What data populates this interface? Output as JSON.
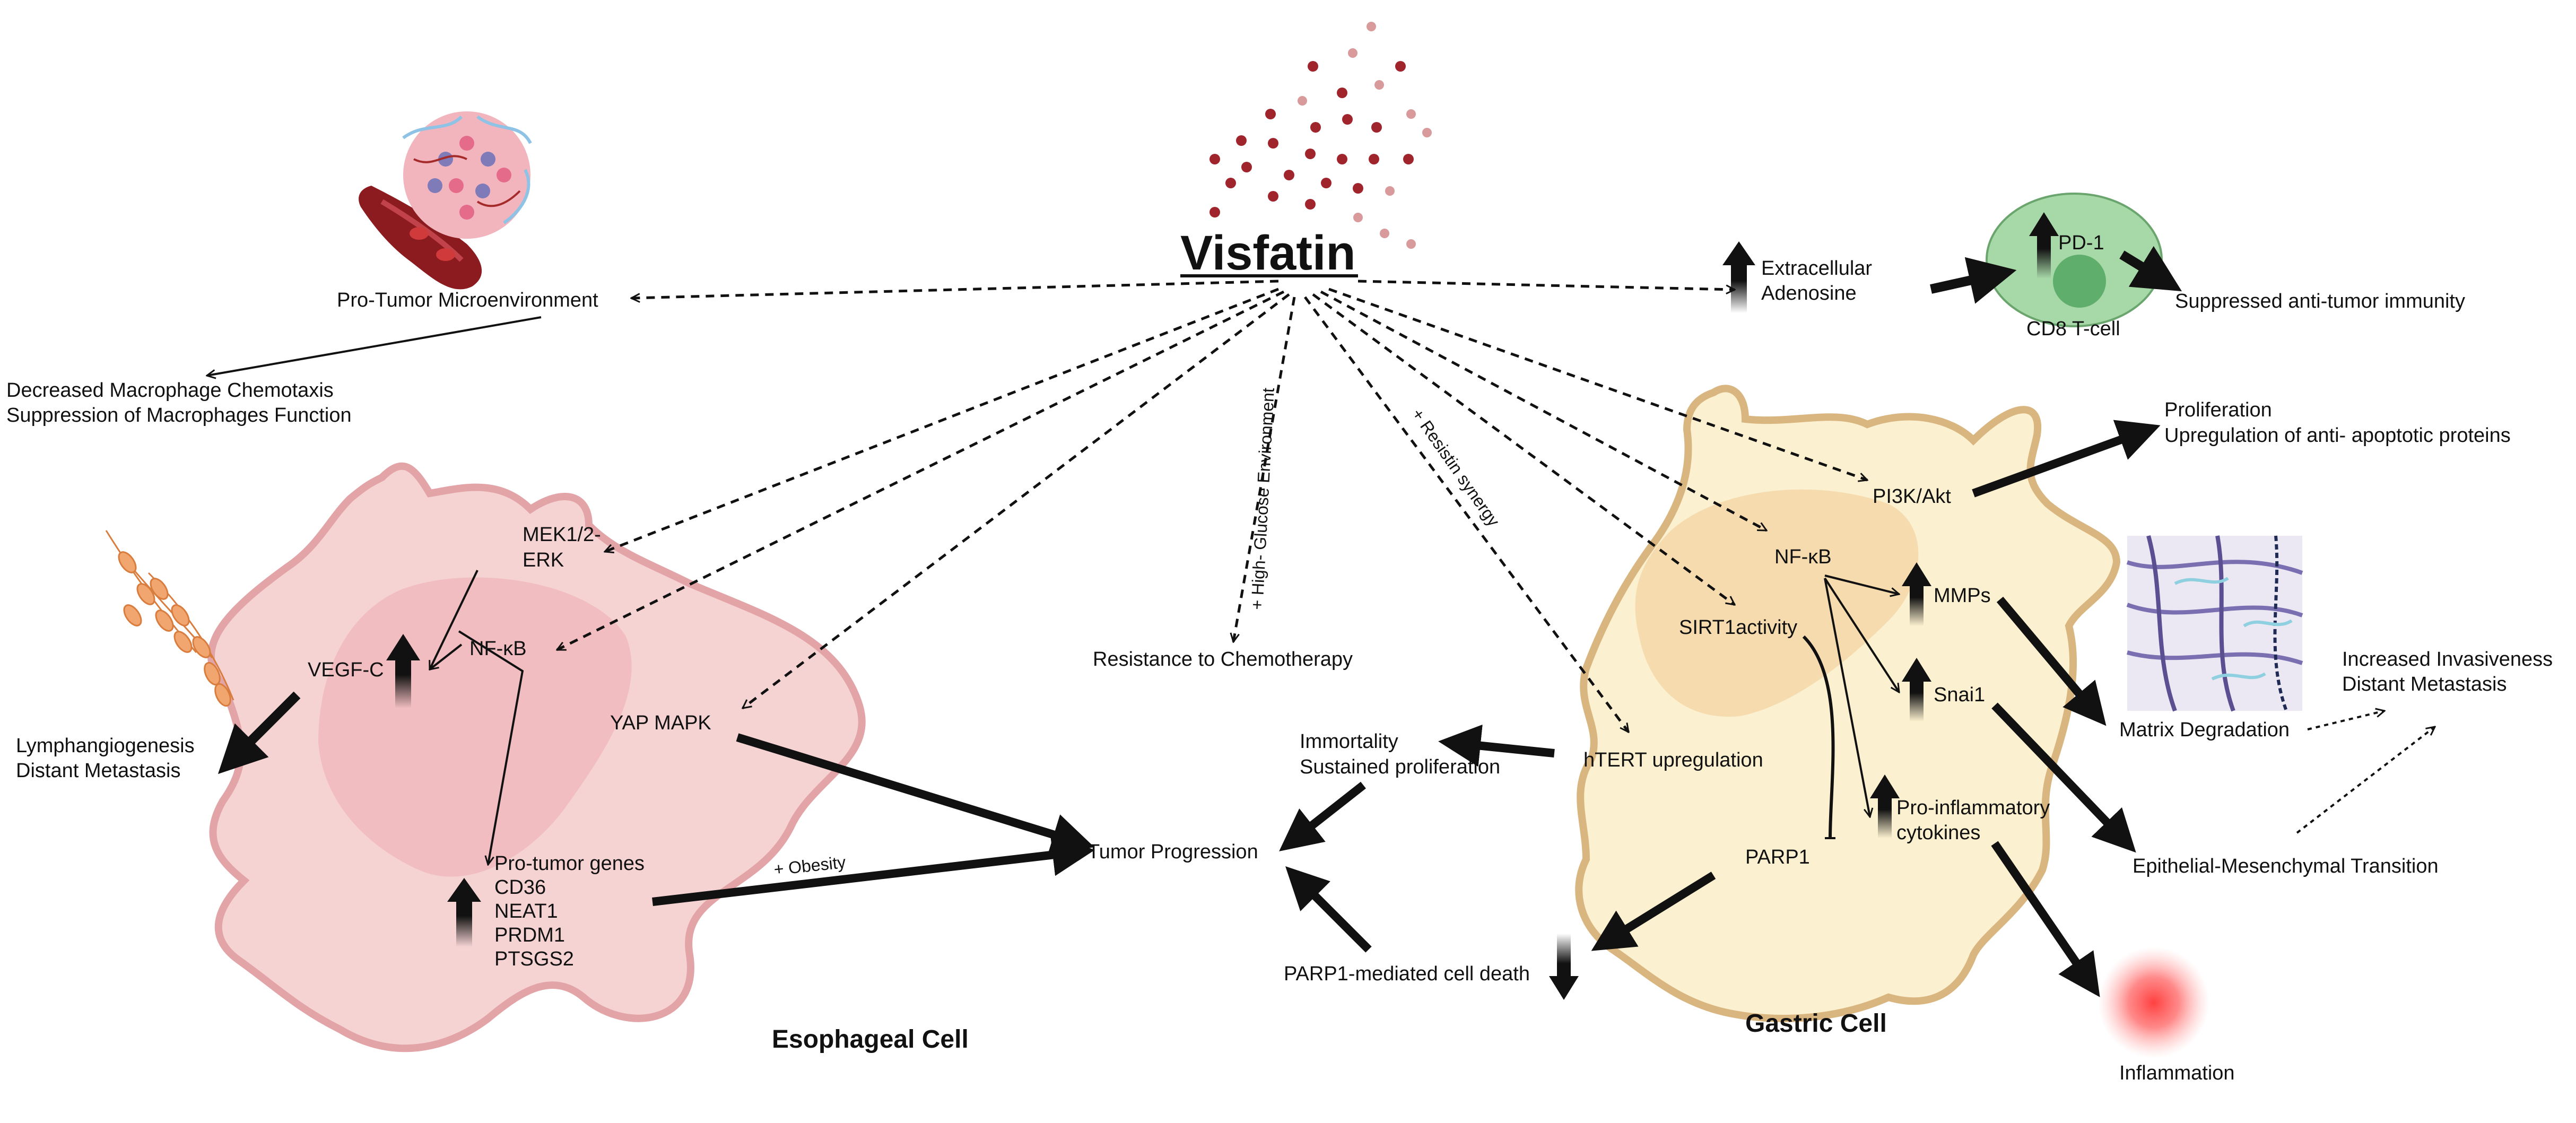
{
  "title": "Visfatin",
  "labels": {
    "pro_tumor_micro": "Pro-Tumor Microenvironment",
    "macrophage_1": "Decreased Macrophage Chemotaxis",
    "macrophage_2": "Suppression of Macrophages Function",
    "extracellular_1": "Extracellular",
    "extracellular_2": "Adenosine",
    "pd1": "PD-1",
    "cd8": "CD8 T-cell",
    "suppressed": "Suppressed anti-tumor immunity",
    "high_glucose": "+ High- Glucose Environment",
    "resistin": "+ Resistin synergy",
    "resistance": "Resistance to Chemotherapy",
    "mek_1": "MEK1/2-",
    "mek_2": "ERK",
    "nfkb_eso": "NF-κB",
    "vegfc": "VEGF-C",
    "yap": "YAP MAPK",
    "lymph_1": "Lymphangiogenesis",
    "lymph_2": "Distant Metastasis",
    "genes": [
      "Pro-tumor genes",
      "CD36",
      "NEAT1",
      "PRDM1",
      "PTSGS2"
    ],
    "obesity": "+ Obesity",
    "tumor_progression": "Tumor Progression",
    "esophageal": "Esophageal Cell",
    "immortality_1": "Immortality",
    "immortality_2": "Sustained proliferation",
    "htert": "hTERT upregulation",
    "parp1": "PARP1",
    "parp_death": "PARP1-mediated cell death",
    "gastric": "Gastric Cell",
    "pi3k": "PI3K/Akt",
    "prolif_1": "Proliferation",
    "prolif_2": "Upregulation of anti- apoptotic proteins",
    "nfkb_gas": "NF-κB",
    "sirt1": "SIRT1activity",
    "mmps": "MMPs",
    "snai1": "Snai1",
    "cyto_1": "Pro-inflammatory",
    "cyto_2": "cytokines",
    "matrix": "Matrix Degradation",
    "invasive_1": "Increased Invasiveness",
    "invasive_2": "Distant Metastasis",
    "emt": "Epithelial-Mesenchymal Transition",
    "inflammation": "Inflammation"
  },
  "colors": {
    "esophageal_fill": "#f6d3d3",
    "esophageal_stroke": "#e3a4a8",
    "esophageal_nucleus": "#efb4b8",
    "gastric_fill": "#fbf0cf",
    "gastric_stroke": "#d9b57f",
    "gastric_nucleus": "#f3d7a8",
    "tcell_fill": "#a7d8a8",
    "tcell_nucleus": "#5fae6b",
    "particle_dark": "#a0242b",
    "particle_light": "#d89a9a",
    "inflammation": "#ff5a5a"
  }
}
